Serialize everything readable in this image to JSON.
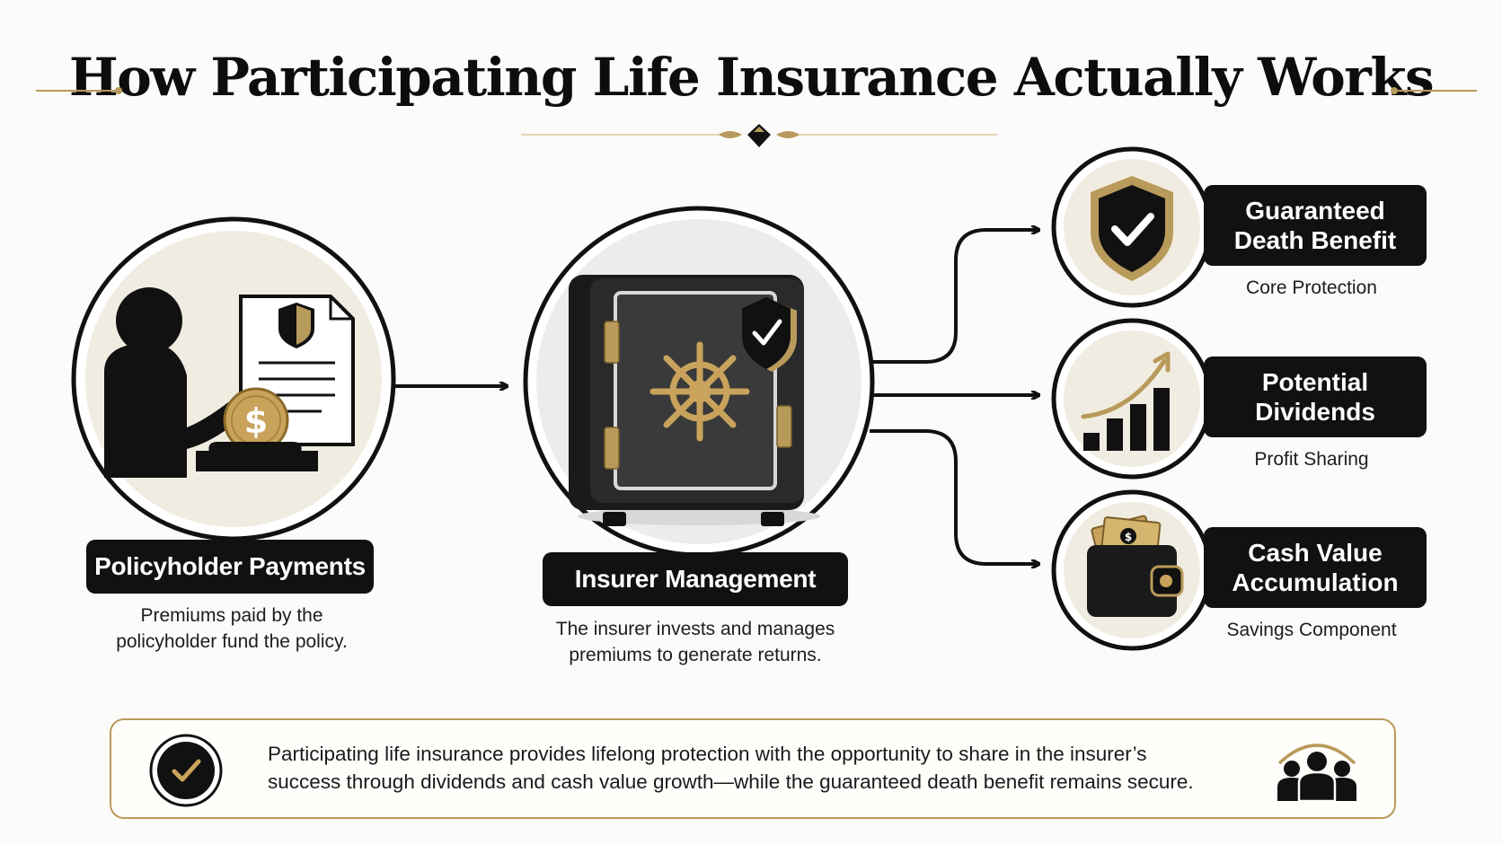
{
  "title": "How Participating Life Insurance Actually Works",
  "colors": {
    "gold": "#b89a5a",
    "dark": "#111111",
    "cream": "#f3ede2"
  },
  "steps": [
    {
      "label": "Policyholder Payments",
      "description_line1": "Premiums paid by the",
      "description_line2": "policyholder fund the policy.",
      "icon": "person-paying-icon"
    },
    {
      "label": "Insurer Management",
      "description_line1": "The insurer invests and manages",
      "description_line2": "premiums to generate returns.",
      "icon": "safe-icon"
    }
  ],
  "outcomes": [
    {
      "label_line1": "Guaranteed",
      "label_line2": "Death Benefit",
      "sublabel": "Core Protection",
      "icon": "shield-check-icon"
    },
    {
      "label_line1": "Potential",
      "label_line2": "Dividends",
      "sublabel": "Profit Sharing",
      "icon": "growth-chart-icon"
    },
    {
      "label_line1": "Cash Value",
      "label_line2": "Accumulation",
      "sublabel": "Savings Component",
      "icon": "wallet-icon"
    }
  ],
  "summary": {
    "line1": "Participating life insurance provides lifelong protection with the opportunity to share in the insurer’s",
    "line2": "success through dividends and cash value growth—while the guaranteed death benefit remains secure.",
    "left_icon": "check-circle-icon",
    "right_icon": "people-group-icon"
  }
}
